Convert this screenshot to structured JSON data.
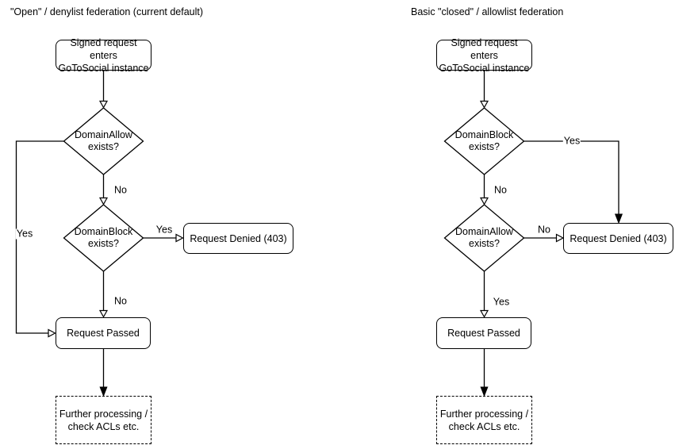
{
  "colors": {
    "background": "#ffffff",
    "stroke": "#000000",
    "shape_fill": "#ffffff",
    "text": "#000000"
  },
  "diagrams": [
    {
      "title": "\"Open\" / denylist federation (current default)",
      "nodes": {
        "start": "Signed request enters\nGoToSocial instance",
        "decision_top": "DomainAllow\nexists?",
        "decision_bottom": "DomainBlock\nexists?",
        "denied": "Request Denied (403)",
        "passed": "Request Passed",
        "further": "Further processing /\ncheck ACLs etc."
      },
      "labels": {
        "top_to_bottom": "No",
        "bottom_to_denied": "Yes",
        "bottom_to_passed": "No",
        "top_to_passed": "Yes"
      }
    },
    {
      "title": "Basic \"closed\" / allowlist federation",
      "nodes": {
        "start": "Signed request enters\nGoToSocial instance",
        "decision_top": "DomainBlock\nexists?",
        "decision_bottom": "DomainAllow\nexists?",
        "denied": "Request Denied (403)",
        "passed": "Request Passed",
        "further": "Further processing /\ncheck ACLs etc."
      },
      "labels": {
        "top_to_denied": "Yes",
        "top_to_bottom": "No",
        "bottom_to_denied": "No",
        "bottom_to_passed": "Yes"
      }
    }
  ]
}
